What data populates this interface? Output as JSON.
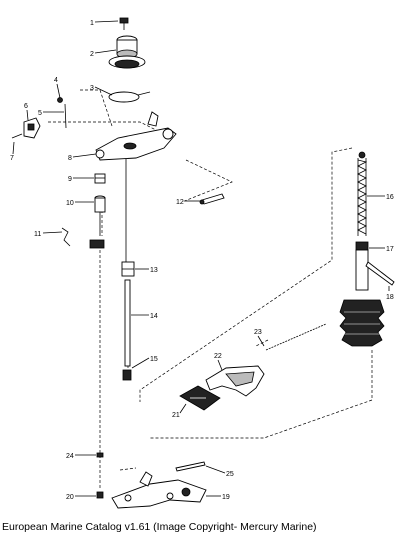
{
  "caption": "European Marine Catalog v1.61 (Image Copyright- Mercury Marine)",
  "callouts": [
    "1",
    "2",
    "3",
    "4",
    "5",
    "6",
    "7",
    "8",
    "9",
    "10",
    "11",
    "12",
    "13",
    "14",
    "15",
    "16",
    "17",
    "18",
    "19",
    "20",
    "21",
    "22",
    "23",
    "24",
    "25"
  ]
}
